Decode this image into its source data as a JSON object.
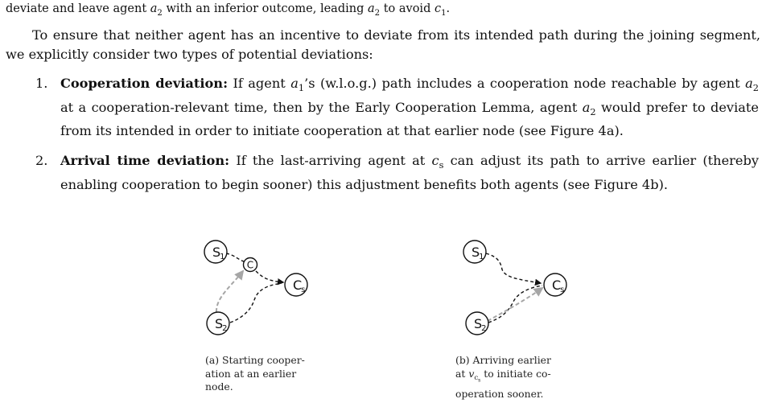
{
  "top_line": {
    "before": "deviate and leave agent ",
    "a2_sym": "a",
    "a2_sub": "2",
    "middle": " with an inferior outcome, leading ",
    "a2b_sym": "a",
    "a2b_sub": "2",
    "after": " to avoid ",
    "c1_sym": "c",
    "c1_sub": "1",
    "end": "."
  },
  "paragraph": "To ensure that neither agent has an incentive to deviate from its intended path during the joining segment, we explicitly consider two types of potential deviations:",
  "items": [
    {
      "number": "1.",
      "title": "Cooperation deviation:",
      "t1": " If agent ",
      "m1": "a",
      "m1sub": "1",
      "t2": "’s (w.l.o.g.) path includes a cooperation node reachable by agent ",
      "m2": "a",
      "m2sub": "2",
      "t3": " at a cooperation-relevant time, then by the Early Cooperation Lemma, agent ",
      "m3": "a",
      "m3sub": "2",
      "t4": " would prefer to deviate from its intended in order to initiate cooperation at that earlier node (see Figure 4a)."
    },
    {
      "number": "2.",
      "title": "Arrival time deviation:",
      "t1": " If the last-arriving agent at ",
      "m1": "c",
      "m1sub": "s",
      "t2": " can adjust its path to arrive earlier (thereby enabling cooperation to begin sooner) this adjustment benefits both agents (see Figure 4b)."
    }
  ],
  "figures": {
    "a": {
      "node_s1": "S",
      "node_s1_sub": "1",
      "node_s2": "S",
      "node_s2_sub": "2",
      "node_c": "C",
      "node_cs": "C",
      "node_cs_sub": "s",
      "caption_1": "(a) Starting cooper-",
      "caption_2": "ation at an earlier",
      "caption_3": "node."
    },
    "b": {
      "node_s1": "S",
      "node_s1_sub": "1",
      "node_s2": "S",
      "node_s2_sub": "2",
      "node_cs": "C",
      "node_cs_sub": "s",
      "caption_1a": "(b) Arriving earlier",
      "caption_2_pre": "at ",
      "caption_2_v": "v",
      "caption_2_vsub": "c",
      "caption_2_vsubsub": "s",
      "caption_2_post": " to initiate co-",
      "caption_3": "operation sooner."
    }
  },
  "colors": {
    "dash_black": "#111111",
    "dash_gray": "#a6a6a6"
  }
}
